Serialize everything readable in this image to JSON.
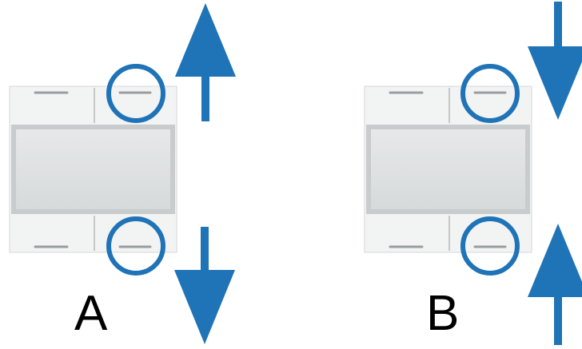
{
  "panels": [
    {
      "label": "A",
      "indicator": "arrows-pointing-away-from-panel",
      "top_arrow_direction": "up",
      "bottom_arrow_direction": "down"
    },
    {
      "label": "B",
      "indicator": "arrows-pointing-toward-panel",
      "top_arrow_direction": "down",
      "bottom_arrow_direction": "up"
    }
  ],
  "colors": {
    "arrow": "#1f73b7",
    "highlight_circle": "#1f73b7",
    "panel_face": "#f1f2f2",
    "panel_window": "#dfe1e2",
    "label_text": "#000000"
  }
}
